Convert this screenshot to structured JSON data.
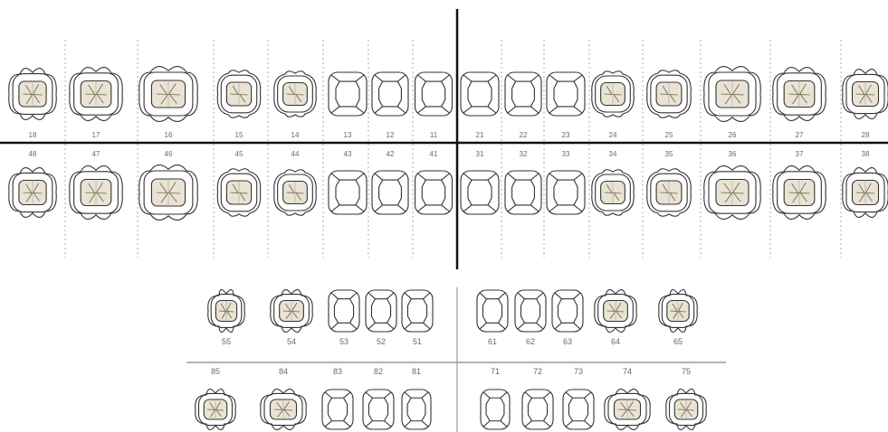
{
  "permanent": {
    "upper": [
      "18",
      "17",
      "16",
      "15",
      "14",
      "13",
      "12",
      "11",
      "21",
      "22",
      "23",
      "24",
      "25",
      "26",
      "27",
      "28"
    ],
    "lower": [
      "48",
      "47",
      "46",
      "45",
      "44",
      "43",
      "42",
      "41",
      "31",
      "32",
      "33",
      "34",
      "35",
      "36",
      "37",
      "38"
    ]
  },
  "primary": {
    "upper_right": [
      "55",
      "54",
      "53",
      "52",
      "51"
    ],
    "upper_left": [
      "61",
      "62",
      "63",
      "64",
      "65"
    ],
    "lower_right": [
      "85",
      "84",
      "83",
      "82",
      "81"
    ],
    "lower_left": [
      "71",
      "72",
      "73",
      "74",
      "75"
    ]
  },
  "colors": {
    "outline": "#333333",
    "cross": "#111111",
    "primary_cross": "#9a9a9a",
    "fill": "#e9e3d3",
    "groove": "#6d5f4a",
    "divider": "#9a9a9a",
    "label": "#6a6a6a"
  }
}
